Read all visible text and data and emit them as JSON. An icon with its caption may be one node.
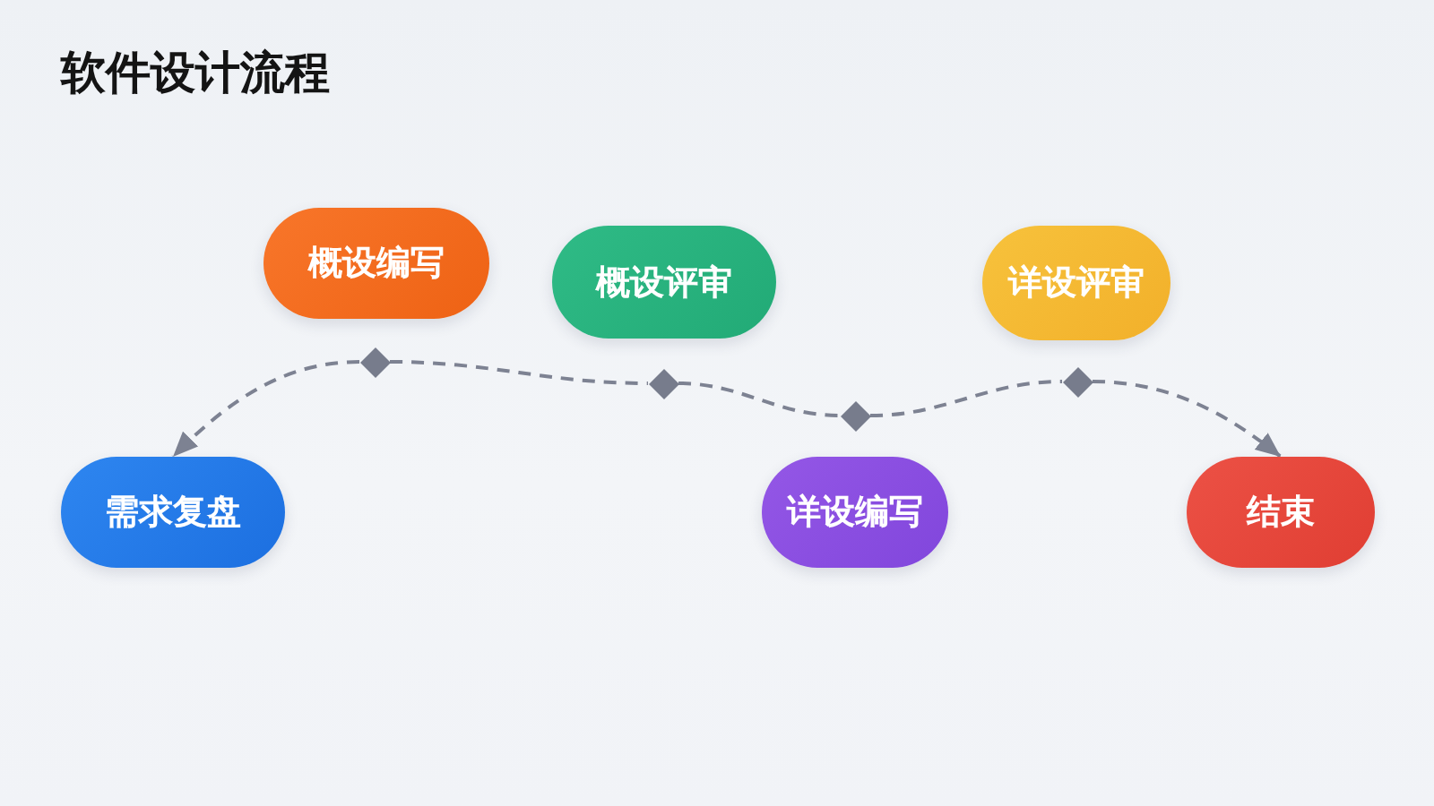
{
  "diagram": {
    "title": "软件设计流程",
    "nodes": [
      {
        "text": [
          "需求复盘"
        ]
      },
      {
        "text": [
          "概设编写"
        ]
      },
      {
        "text": [
          "概设评审"
        ]
      },
      {
        "text": [
          "详设编写"
        ]
      },
      {
        "text": [
          "详设评审"
        ]
      },
      {
        "text": [
          "结束"
        ]
      },
      {
        "text": [],
        "shape": "diamond"
      },
      {
        "text": [],
        "shape": "diamond"
      },
      {
        "text": [],
        "shape": "diamond"
      },
      {
        "text": [],
        "shape": "diamond"
      }
    ],
    "edges": [
      {
        "from": 6,
        "to": 0,
        "arrow": "to",
        "style": "dashed"
      },
      {
        "from": 6,
        "to": 7,
        "arrow": "none",
        "style": "dashed"
      },
      {
        "from": 7,
        "to": 8,
        "arrow": "none",
        "style": "dashed"
      },
      {
        "from": 8,
        "to": 9,
        "arrow": "none",
        "style": "dashed"
      },
      {
        "from": 9,
        "to": 5,
        "arrow": "to",
        "style": "dashed"
      }
    ]
  }
}
